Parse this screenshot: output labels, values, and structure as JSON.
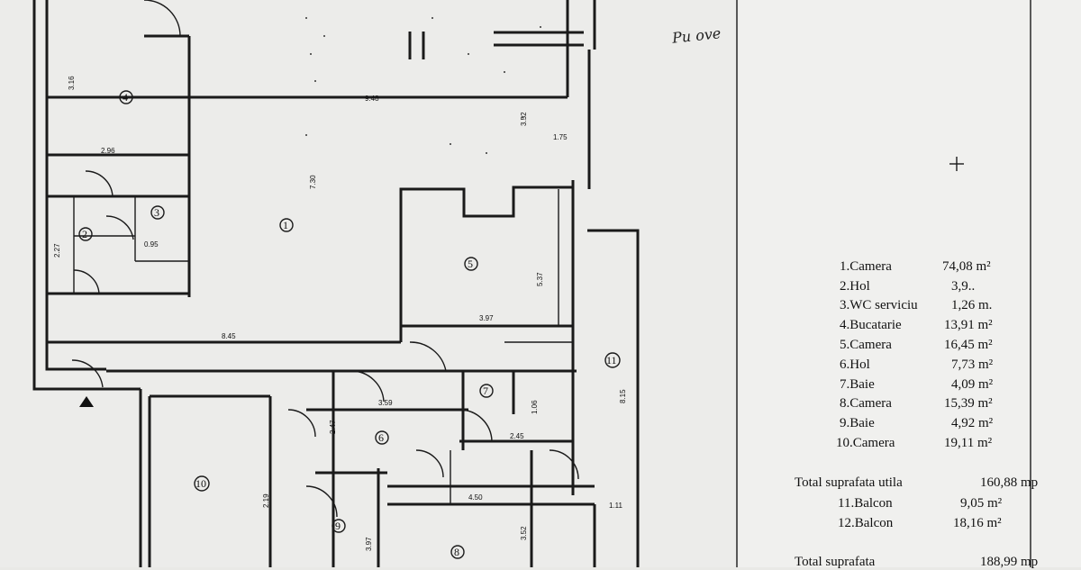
{
  "handwritten_note": "Pu ove",
  "rooms": [
    {
      "label": "1.Camera",
      "area": "74,08 m²"
    },
    {
      "label": "2.Hol",
      "area": "3,9.."
    },
    {
      "label": "3.WC serviciu",
      "area": "1,26 m."
    },
    {
      "label": "4.Bucatarie",
      "area": "13,91 m²"
    },
    {
      "label": "5.Camera",
      "area": "16,45 m²"
    },
    {
      "label": "6.Hol",
      "area": "7,73 m²"
    },
    {
      "label": "7.Baie",
      "area": "4,09 m²"
    },
    {
      "label": "8.Camera",
      "area": "15,39 m²"
    },
    {
      "label": "9.Baie",
      "area": "4,92 m²"
    },
    {
      "label": "10.Camera",
      "area": "19,11 m²"
    }
  ],
  "total_useful": {
    "label": "Total suprafata utila",
    "value": "160,88 mp"
  },
  "balconies": [
    {
      "label": "11.Balcon",
      "area": "9,05 m²"
    },
    {
      "label": "12.Balcon",
      "area": "18,16 m²"
    }
  ],
  "total": {
    "label": "Total suprafata",
    "value": "188,99 mp"
  },
  "plan_labels": {
    "dims": [
      "3.16",
      "2.96",
      "9.48",
      "7.30",
      "3.52",
      "1.75",
      "2.27",
      "8.45",
      "3.97",
      "5.37",
      "3.59",
      "2.47",
      "2.45",
      "4.50",
      "3.52",
      "3.97",
      "2.19",
      "8.15",
      "1.11",
      "1.06",
      "0.95"
    ],
    "room_numbers": [
      "1",
      "2",
      "3",
      "4",
      "5",
      "6",
      "7",
      "8",
      "9",
      "10",
      "11"
    ]
  }
}
